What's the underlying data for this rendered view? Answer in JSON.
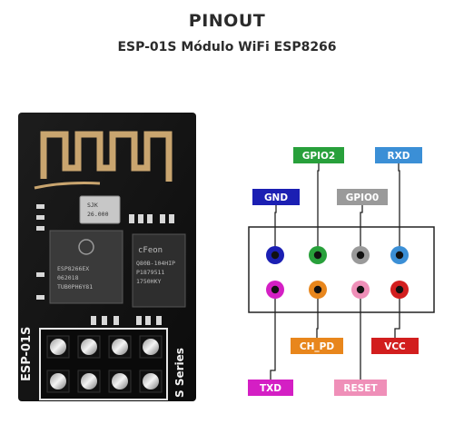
{
  "header": {
    "title": "PINOUT",
    "subtitle": "ESP-01S Módulo WiFi ESP8266"
  },
  "board": {
    "silk_left": "ESP-01S",
    "silk_right": "S Series",
    "chip_esp": [
      "ESP8266EX",
      "062018",
      "TUB0PH6Y81"
    ],
    "chip_flash": [
      "cFeon",
      "Q80B-104HIP",
      "P1879511",
      "1750HKY"
    ],
    "crystal": [
      "SJK",
      "26.000"
    ]
  },
  "pins": [
    {
      "key": "gnd",
      "label": "GND",
      "color": "#1b1fb3",
      "row": 0,
      "col": 0
    },
    {
      "key": "gpio2",
      "label": "GPIO2",
      "color": "#28a03b",
      "row": 0,
      "col": 1
    },
    {
      "key": "gpio0",
      "label": "GPIO0",
      "color": "#9a9a9a",
      "row": 0,
      "col": 2
    },
    {
      "key": "rxd",
      "label": "RXD",
      "color": "#3b8fd6",
      "row": 0,
      "col": 3
    },
    {
      "key": "txd",
      "label": "TXD",
      "color": "#d41fc4",
      "row": 1,
      "col": 0
    },
    {
      "key": "ch_pd",
      "label": "CH_PD",
      "color": "#e8861c",
      "row": 1,
      "col": 1
    },
    {
      "key": "reset",
      "label": "RESET",
      "color": "#ef8fb8",
      "row": 1,
      "col": 2
    },
    {
      "key": "vcc",
      "label": "VCC",
      "color": "#d21e1e",
      "row": 1,
      "col": 3
    }
  ]
}
